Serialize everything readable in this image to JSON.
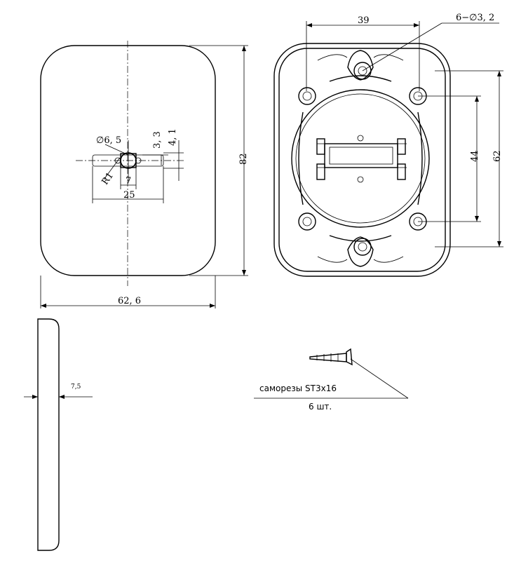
{
  "dimensions": {
    "front_width": "62, 6",
    "front_height": "82",
    "keyhole_diameter": "∅6, 5",
    "keyhole_offset_a": "3, 3",
    "keyhole_offset_b": "4, 1",
    "keyhole_radius": "R1",
    "keyhole_gap": "7",
    "keyhole_length": "25",
    "back_top_width": "39",
    "back_holes": "6−∅3, 2",
    "back_inner_height": "44",
    "back_outer_height": "62",
    "side_thickness": "7,5"
  },
  "fastener": {
    "name": "саморезы ST3x16",
    "quantity": "6 шт."
  }
}
